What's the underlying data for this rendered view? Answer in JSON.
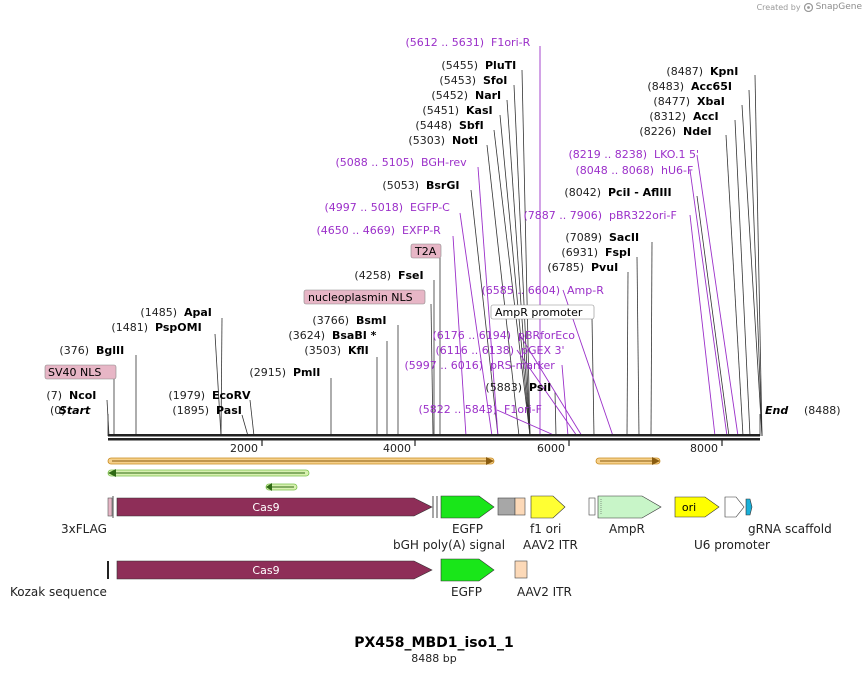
{
  "branding": {
    "created_by": "Created by",
    "app": "SnapGene"
  },
  "plasmid": {
    "name": "PX458_MBD1_iso1_1",
    "length": "8488 bp"
  },
  "axis": {
    "start_label": "Start",
    "start_pos": "(0)",
    "end_label": "End",
    "end_pos": "(8488)",
    "ticks": [
      "2000",
      "4000",
      "6000",
      "8000"
    ]
  },
  "sites": [
    {
      "pos": "(0)",
      "name": "Start"
    },
    {
      "pos": "(7)",
      "name": "NcoI"
    },
    {
      "pos": "(376)",
      "name": "BglII"
    },
    {
      "pos": "(1485)",
      "name": "ApaI"
    },
    {
      "pos": "(1481)",
      "name": "PspOMI"
    },
    {
      "pos": "(1979)",
      "name": "EcoRV"
    },
    {
      "pos": "(1895)",
      "name": "PasI"
    },
    {
      "pos": "(2915)",
      "name": "PmlI"
    },
    {
      "pos": "(3766)",
      "name": "BsmI"
    },
    {
      "pos": "(3624)",
      "name": "BsaBI *"
    },
    {
      "pos": "(3503)",
      "name": "KflI"
    },
    {
      "pos": "(4258)",
      "name": "FseI"
    },
    {
      "pos": "(5053)",
      "name": "BsrGI"
    },
    {
      "pos": "(5303)",
      "name": "NotI"
    },
    {
      "pos": "(5448)",
      "name": "SbfI"
    },
    {
      "pos": "(5451)",
      "name": "KasI"
    },
    {
      "pos": "(5452)",
      "name": "NarI"
    },
    {
      "pos": "(5453)",
      "name": "SfoI"
    },
    {
      "pos": "(5455)",
      "name": "PluTI"
    },
    {
      "pos": "(5883)",
      "name": "PsiI"
    },
    {
      "pos": "(6785)",
      "name": "PvuI"
    },
    {
      "pos": "(6931)",
      "name": "FspI"
    },
    {
      "pos": "(7089)",
      "name": "SacII"
    },
    {
      "pos": "(8042)",
      "name": "PciI  -  AflIII"
    },
    {
      "pos": "(8226)",
      "name": "NdeI"
    },
    {
      "pos": "(8312)",
      "name": "AccI"
    },
    {
      "pos": "(8477)",
      "name": "XbaI"
    },
    {
      "pos": "(8483)",
      "name": "Acc65I"
    },
    {
      "pos": "(8487)",
      "name": "KpnI"
    }
  ],
  "primers": [
    {
      "range": "(5612 .. 5631)",
      "name": "F1ori-R"
    },
    {
      "range": "(5088 .. 5105)",
      "name": "BGH-rev"
    },
    {
      "range": "(4997 .. 5018)",
      "name": "EGFP-C"
    },
    {
      "range": "(4650 .. 4669)",
      "name": "EXFP-R"
    },
    {
      "range": "(6585 .. 6604)",
      "name": "Amp-R"
    },
    {
      "range": "(6176 .. 6194)",
      "name": "pBRforEco"
    },
    {
      "range": "(6116 .. 6138)",
      "name": "pGEX 3'"
    },
    {
      "range": "(5997 .. 6016)",
      "name": "pRS-marker"
    },
    {
      "range": "(5822 .. 5843)",
      "name": "F1ori-F"
    },
    {
      "range": "(8219 .. 8238)",
      "name": "LKO.1 5'"
    },
    {
      "range": "(8048 .. 8068)",
      "name": "hU6-F"
    },
    {
      "range": "(7887 .. 7906)",
      "name": "pBR322ori-F"
    }
  ],
  "boxed_features": [
    "SV40 NLS",
    "T2A",
    "nucleoplasmin NLS",
    "AmpR promoter"
  ],
  "features": {
    "cas9": "Cas9",
    "egfp": "EGFP",
    "ampr": "AmpR",
    "ori": "ori",
    "flag": "3xFLAG",
    "bgh": "bGH poly(A) signal",
    "f1": "f1 ori",
    "aav": "AAV2 ITR",
    "u6": "U6 promoter",
    "grna": "gRNA scaffold",
    "kozak": "Kozak sequence",
    "cas9b": "Cas9",
    "egfpb": "EGFP",
    "aavb": "AAV2 ITR"
  },
  "colors": {
    "site_text": "#000000",
    "primer_text": "#9b30c9",
    "primer_line": "#9b30c9",
    "cas9": "#8e2e58",
    "egfp": "#19e619",
    "f1": "#ffff33",
    "ampr": "#c8f5c8",
    "ori": "#ffff00",
    "aav": "#fcd9b8",
    "grna": "#1ab0d9",
    "orf": "#e8b04a",
    "orf_rev": "#7ac14a",
    "box_fill": "#e7b6c6"
  }
}
